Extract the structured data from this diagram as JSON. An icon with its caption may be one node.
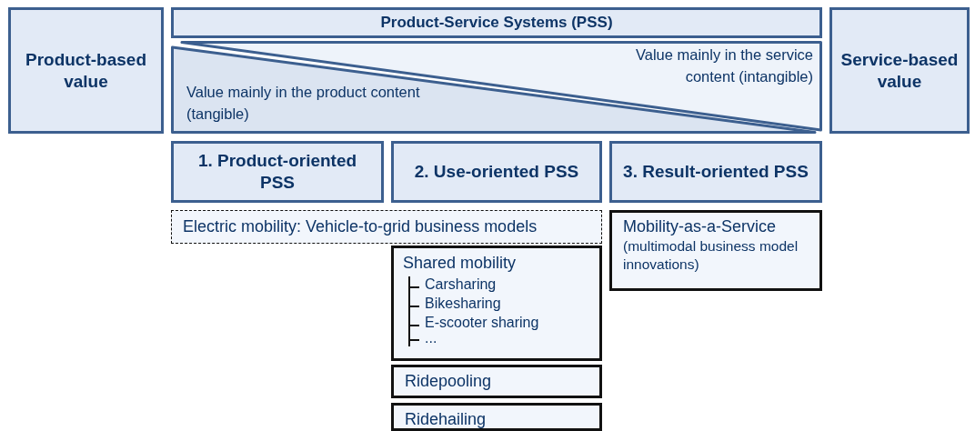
{
  "diagram": {
    "nodes": [
      {
        "text": [
          "Product-based value"
        ]
      },
      {
        "text": [
          "Product-Service Systems (PSS)"
        ]
      },
      {
        "text": [
          "Value mainly in the service content (intangible)"
        ]
      },
      {
        "text": [
          "Value mainly in the product content (tangible)"
        ]
      },
      {
        "text": [
          "Service-based value"
        ]
      },
      {
        "text": [
          "1. Product-oriented PSS"
        ]
      },
      {
        "text": [
          "2. Use-oriented PSS"
        ]
      },
      {
        "text": [
          "3. Result-oriented PSS"
        ]
      },
      {
        "text": [
          "Electric mobility: Vehicle-to-grid business models"
        ]
      },
      {
        "text": [
          "Mobility-as-a-Service",
          "(multimodal business model innovations)"
        ]
      },
      {
        "text": [
          "Shared mobility",
          "Carsharing",
          "Bikesharing",
          "E-scooter sharing",
          "..."
        ]
      },
      {
        "text": [
          "Ridepooling"
        ]
      },
      {
        "text": [
          "Ridehailing"
        ]
      }
    ],
    "edges": []
  }
}
